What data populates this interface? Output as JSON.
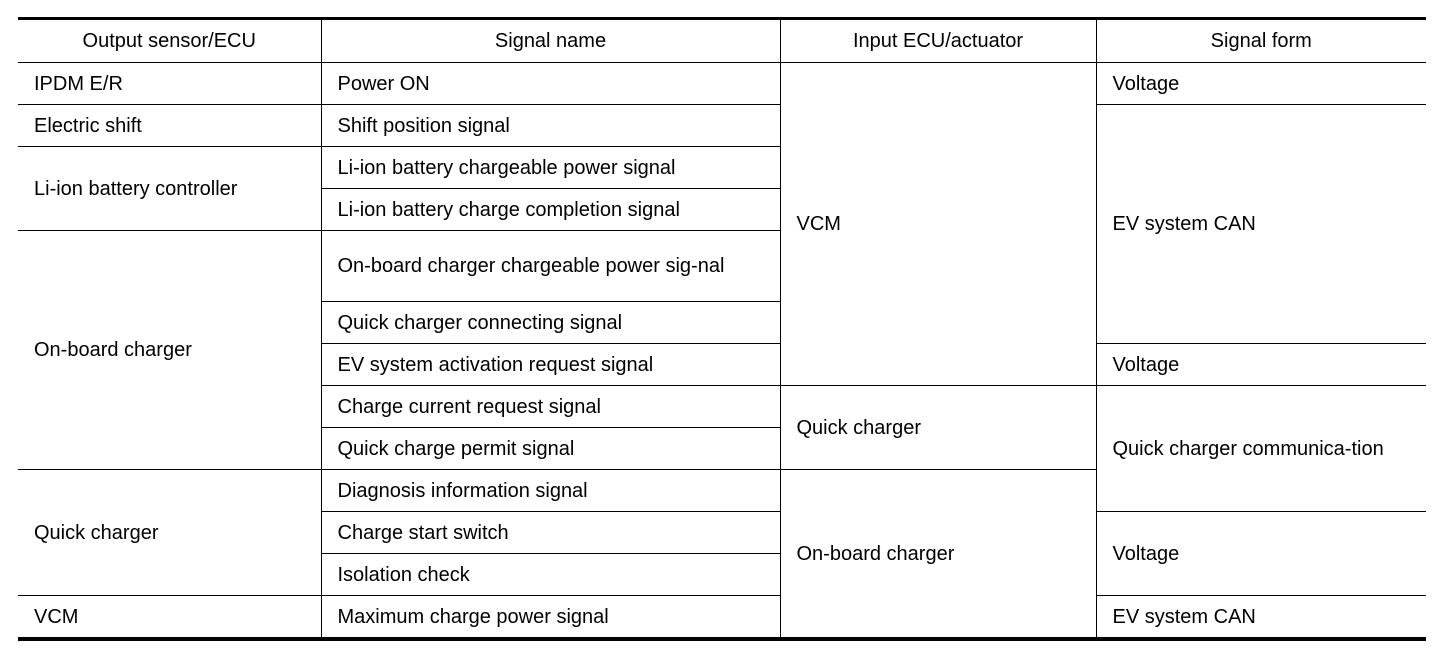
{
  "headers": [
    "Output sensor/ECU",
    "Signal name",
    "Input ECU/actuator",
    "Signal form"
  ],
  "output": [
    "IPDM E/R",
    "Electric shift",
    "Li-ion battery controller",
    "On-board charger",
    "Quick charger",
    "VCM"
  ],
  "signals": [
    "Power ON",
    "Shift position signal",
    "Li-ion battery chargeable power signal",
    "Li-ion battery charge completion signal",
    "On-board charger chargeable power sig-nal",
    "Quick charger connecting signal",
    "EV system activation request signal",
    "Charge current request signal",
    "Quick charge permit signal",
    "Diagnosis information signal",
    "Charge start switch",
    "Isolation check",
    "Maximum charge power signal"
  ],
  "input": [
    "VCM",
    "Quick charger",
    "On-board charger"
  ],
  "form": [
    "Voltage",
    "EV system CAN",
    "Voltage",
    "Quick charger communica-tion",
    "Voltage",
    "EV system CAN"
  ]
}
